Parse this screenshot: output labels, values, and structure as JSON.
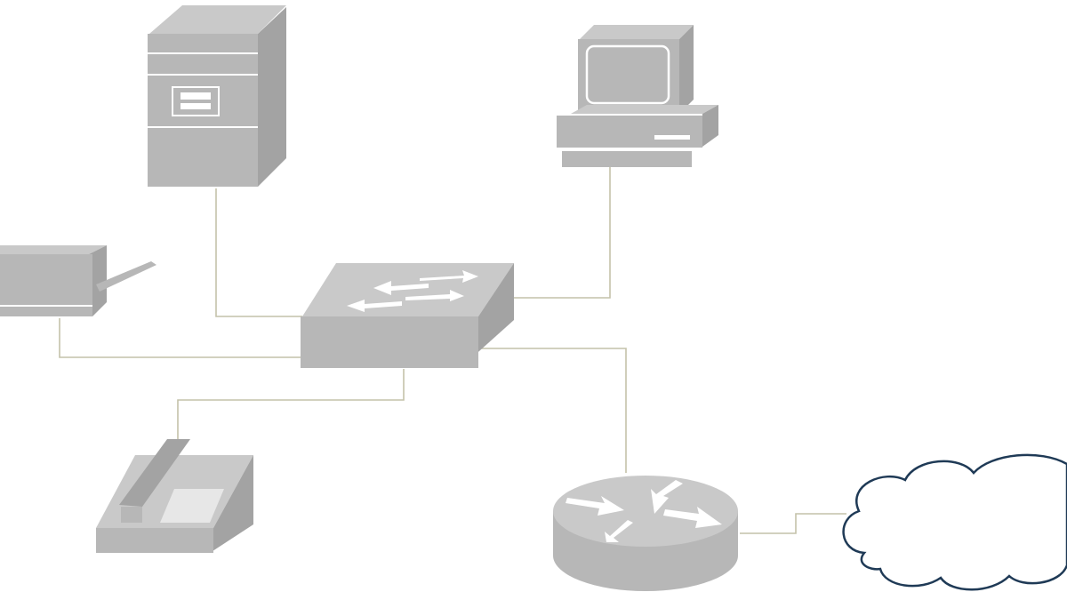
{
  "colors": {
    "background": "#ffffff",
    "device_face": "#b7b7b7",
    "device_side": "#a3a3a3",
    "device_top": "#c9c9c9",
    "device_outline": "#ffffff",
    "device_detail": "#dcdcdc",
    "link": "#c4c2aa",
    "cloud_stroke": "#1f3a56",
    "cloud_fill": "#ffffff"
  },
  "nodes": [
    {
      "id": "server",
      "kind": "server-tower-icon"
    },
    {
      "id": "workstation",
      "kind": "desktop-computer-icon"
    },
    {
      "id": "printer",
      "kind": "printer-icon"
    },
    {
      "id": "switch",
      "kind": "network-switch-icon"
    },
    {
      "id": "phone",
      "kind": "desk-phone-icon"
    },
    {
      "id": "router",
      "kind": "router-icon"
    },
    {
      "id": "internet",
      "kind": "cloud-icon"
    }
  ],
  "links": [
    {
      "from": "server",
      "to": "switch"
    },
    {
      "from": "workstation",
      "to": "switch"
    },
    {
      "from": "printer",
      "to": "switch"
    },
    {
      "from": "phone",
      "to": "switch"
    },
    {
      "from": "router",
      "to": "switch"
    },
    {
      "from": "router",
      "to": "internet"
    }
  ]
}
